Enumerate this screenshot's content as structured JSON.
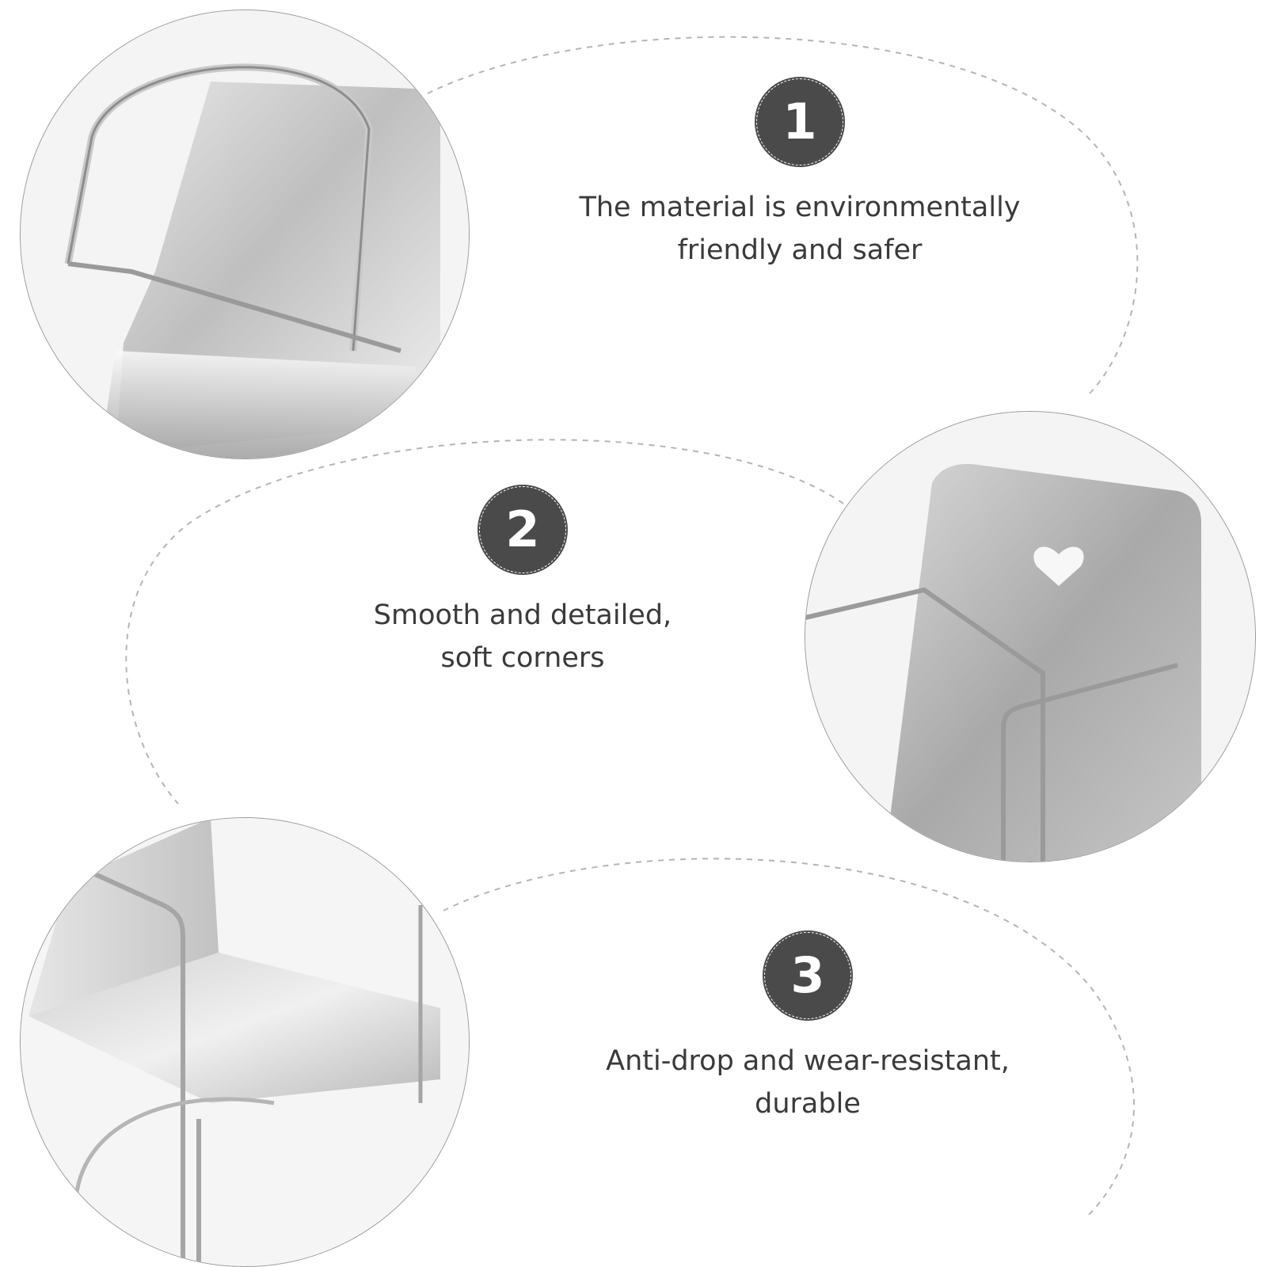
{
  "features": [
    {
      "number": "1",
      "text": "The material is environmentally\nfriendly and safer"
    },
    {
      "number": "2",
      "text": "Smooth and detailed,\nsoft corners"
    },
    {
      "number": "3",
      "text": "Anti-drop and wear-resistant,\ndurable"
    }
  ],
  "colors": {
    "badge_fill": "#4a4a4a",
    "text": "#3a3a3a",
    "dashed_line": "#b5b5b5",
    "photo_border": "#9a9a9a"
  },
  "photos": [
    {
      "subject": "chrome holder with wire handle, close-up"
    },
    {
      "subject": "chrome holder plate with heart cutout"
    },
    {
      "subject": "chrome holder base with wire frame"
    }
  ]
}
